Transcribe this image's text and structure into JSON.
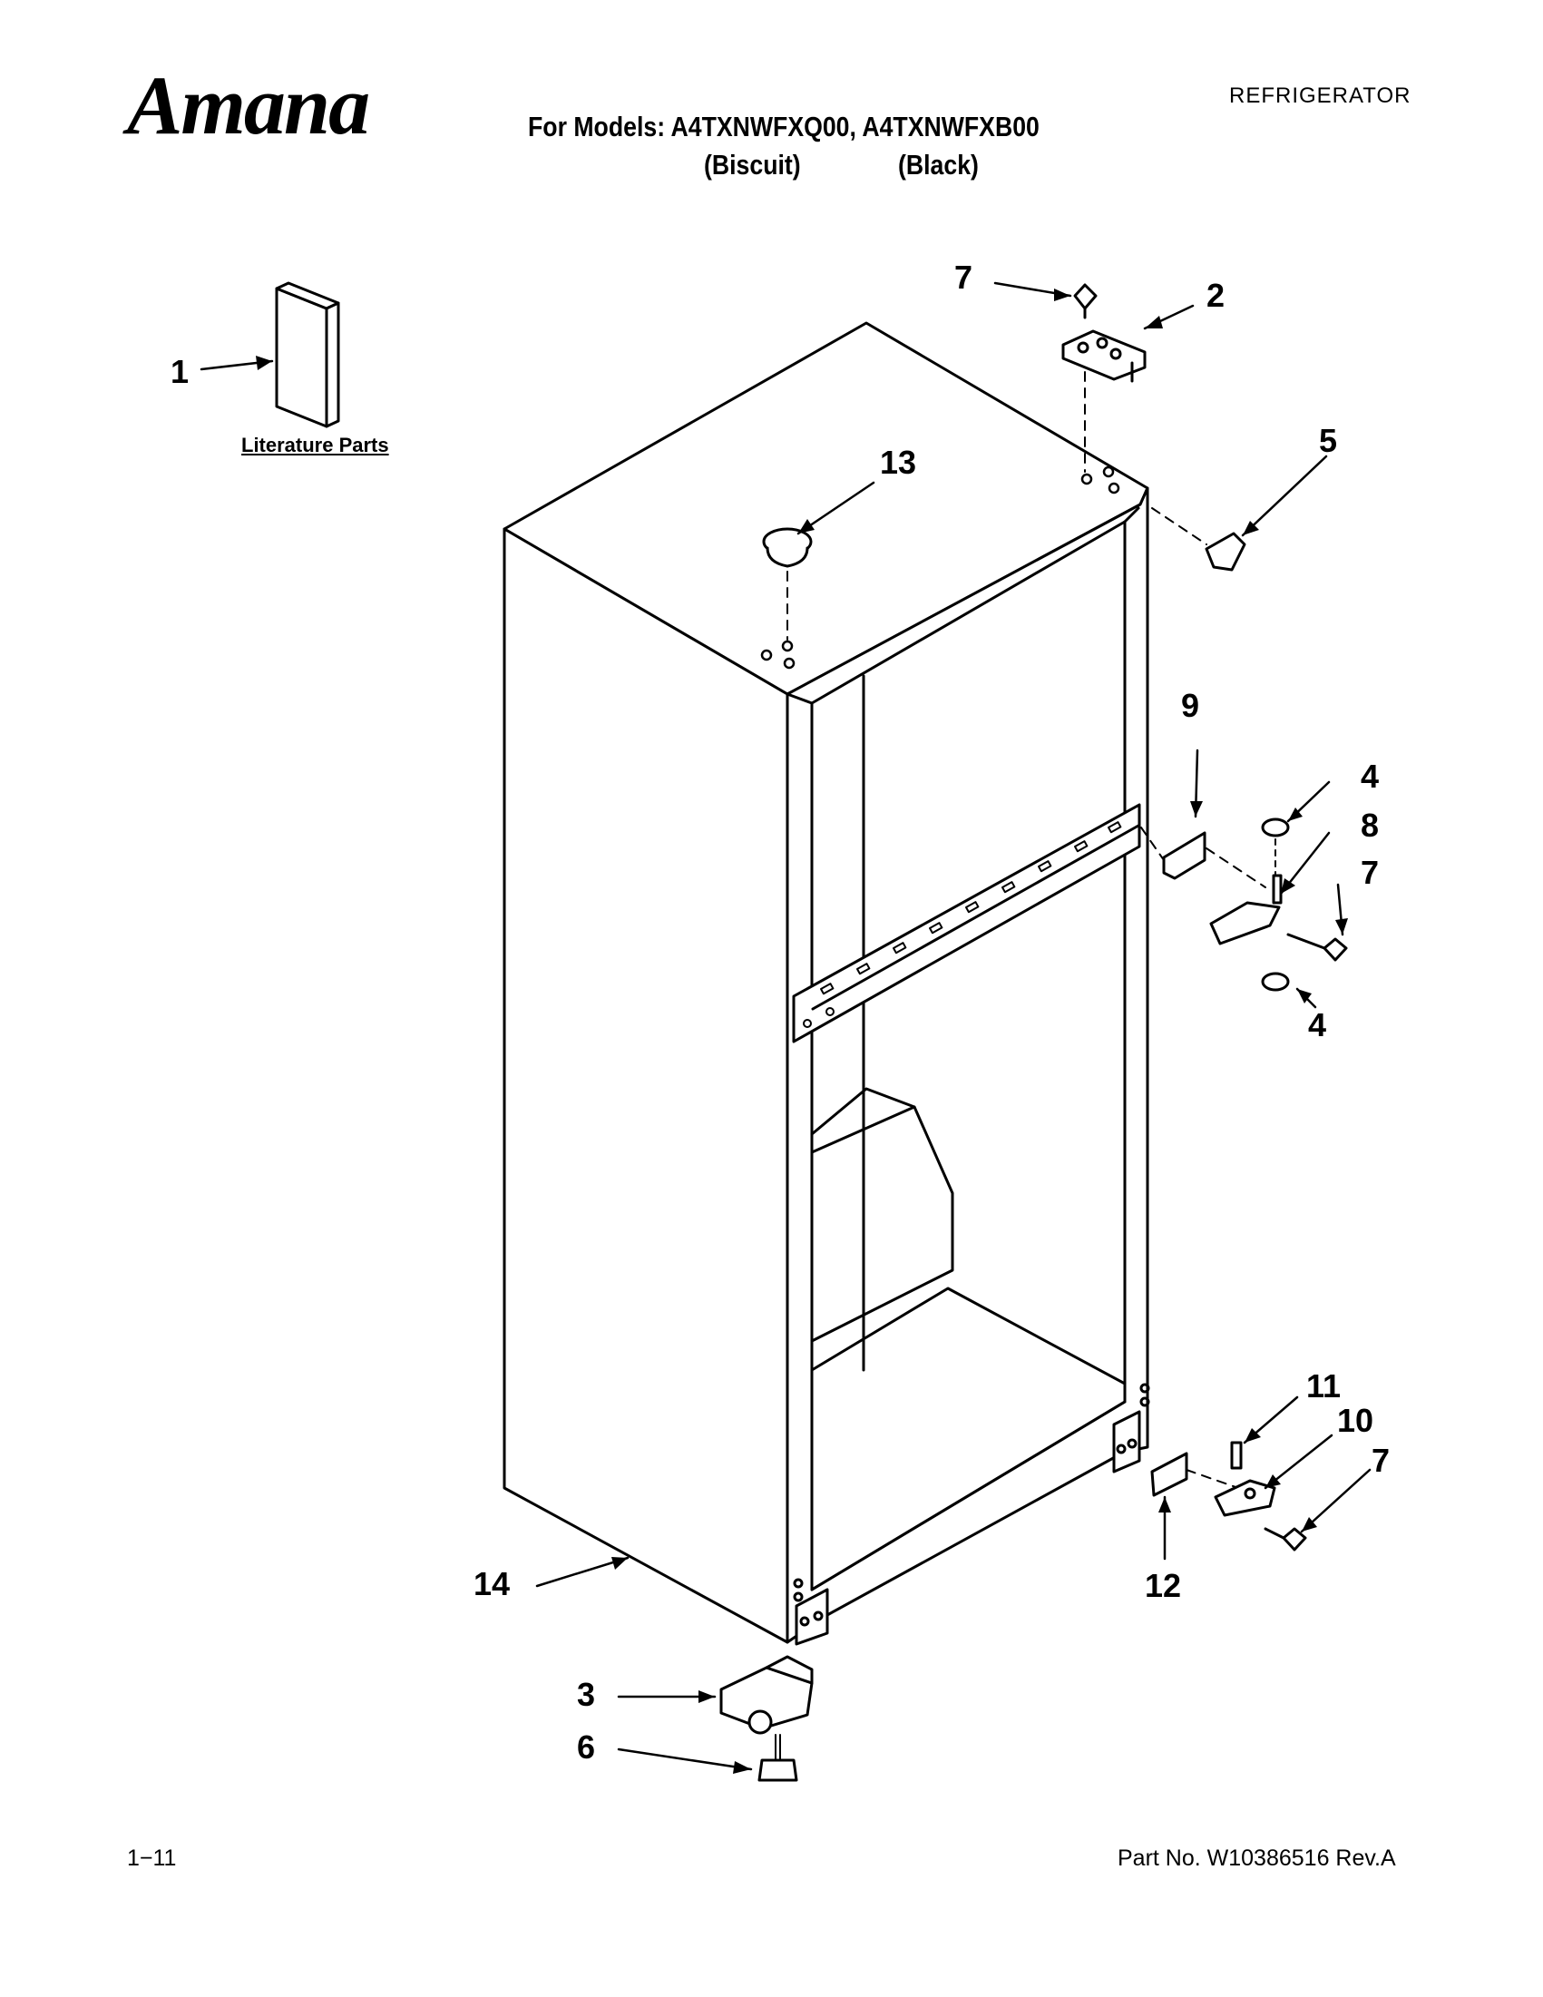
{
  "header": {
    "brand": "Amana",
    "category": "REFRIGERATOR",
    "models_label": "For Models: A4TXNWFXQ00, A4TXNWFXB00",
    "variant_1": "(Biscuit)",
    "variant_2": "(Black)"
  },
  "literature": {
    "caption": "Literature Parts"
  },
  "callouts": {
    "c1": "1",
    "c2": "2",
    "c3": "3",
    "c4a": "4",
    "c4b": "4",
    "c5": "5",
    "c6": "6",
    "c7a": "7",
    "c7b": "7",
    "c7c": "7",
    "c8": "8",
    "c9": "9",
    "c10": "10",
    "c11": "11",
    "c12": "12",
    "c13": "13",
    "c14": "14"
  },
  "footer": {
    "page": "1−11",
    "part_number": "Part No. W10386516 Rev.A"
  }
}
